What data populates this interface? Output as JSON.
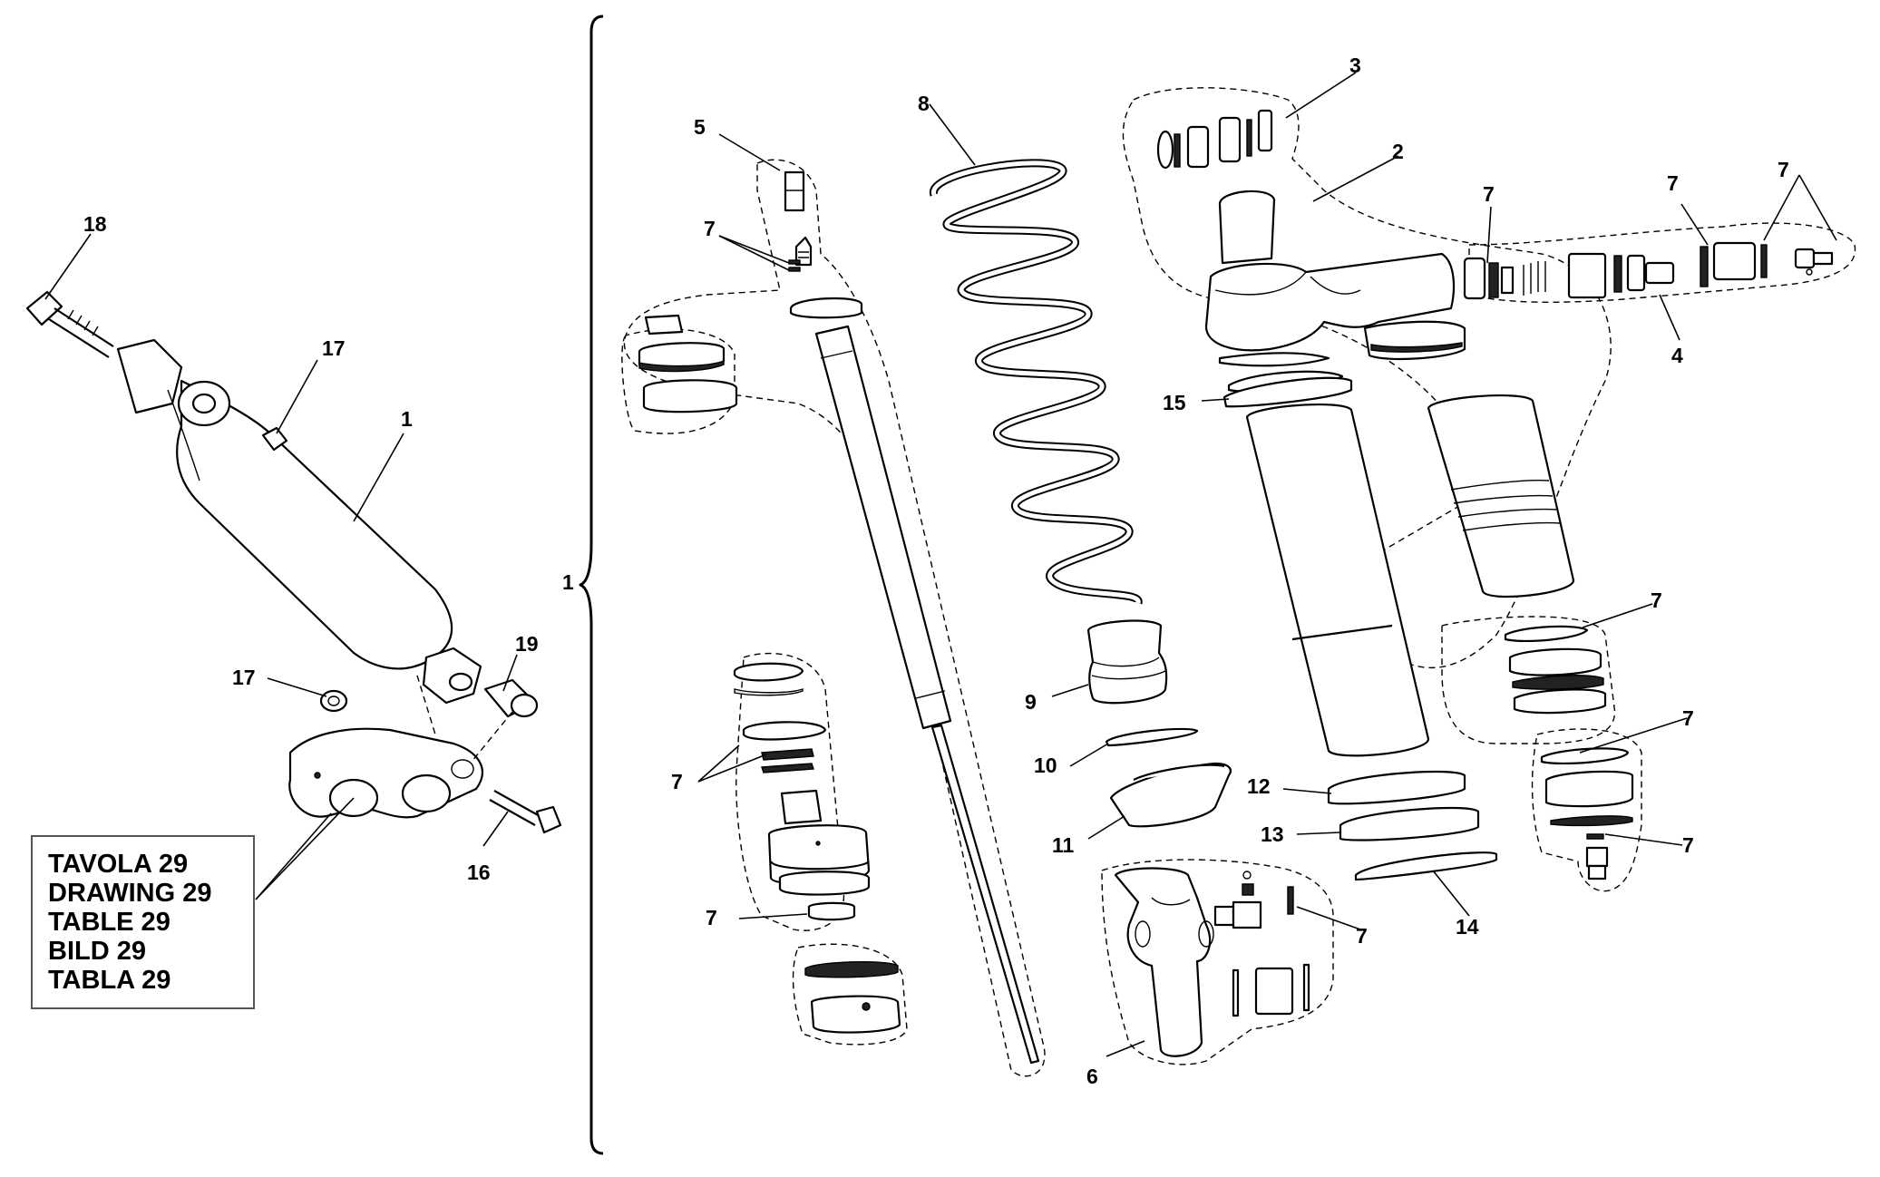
{
  "drawing_box": {
    "lines": [
      "TAVOLA 29",
      "DRAWING 29",
      "TABLE 29",
      "BILD 29",
      "TABLA 29"
    ]
  },
  "callouts": [
    {
      "id": "c-18",
      "text": "18"
    },
    {
      "id": "c-17a",
      "text": "17"
    },
    {
      "id": "c-1a",
      "text": "1"
    },
    {
      "id": "c-17b",
      "text": "17"
    },
    {
      "id": "c-19",
      "text": "19"
    },
    {
      "id": "c-16",
      "text": "16"
    },
    {
      "id": "c-1b",
      "text": "1"
    },
    {
      "id": "c-5",
      "text": "5"
    },
    {
      "id": "c-7a",
      "text": "7"
    },
    {
      "id": "c-8",
      "text": "8"
    },
    {
      "id": "c-3",
      "text": "3"
    },
    {
      "id": "c-2",
      "text": "2"
    },
    {
      "id": "c-7b",
      "text": "7"
    },
    {
      "id": "c-7c",
      "text": "7"
    },
    {
      "id": "c-7d",
      "text": "7"
    },
    {
      "id": "c-4",
      "text": "4"
    },
    {
      "id": "c-15",
      "text": "15"
    },
    {
      "id": "c-7e",
      "text": "7"
    },
    {
      "id": "c-7f",
      "text": "7"
    },
    {
      "id": "c-7g",
      "text": "7"
    },
    {
      "id": "c-9",
      "text": "9"
    },
    {
      "id": "c-10",
      "text": "10"
    },
    {
      "id": "c-7h",
      "text": "7"
    },
    {
      "id": "c-12",
      "text": "12"
    },
    {
      "id": "c-13",
      "text": "13"
    },
    {
      "id": "c-11",
      "text": "11"
    },
    {
      "id": "c-14",
      "text": "14"
    },
    {
      "id": "c-7i",
      "text": "7"
    },
    {
      "id": "c-7j",
      "text": "7"
    },
    {
      "id": "c-6",
      "text": "6"
    }
  ]
}
